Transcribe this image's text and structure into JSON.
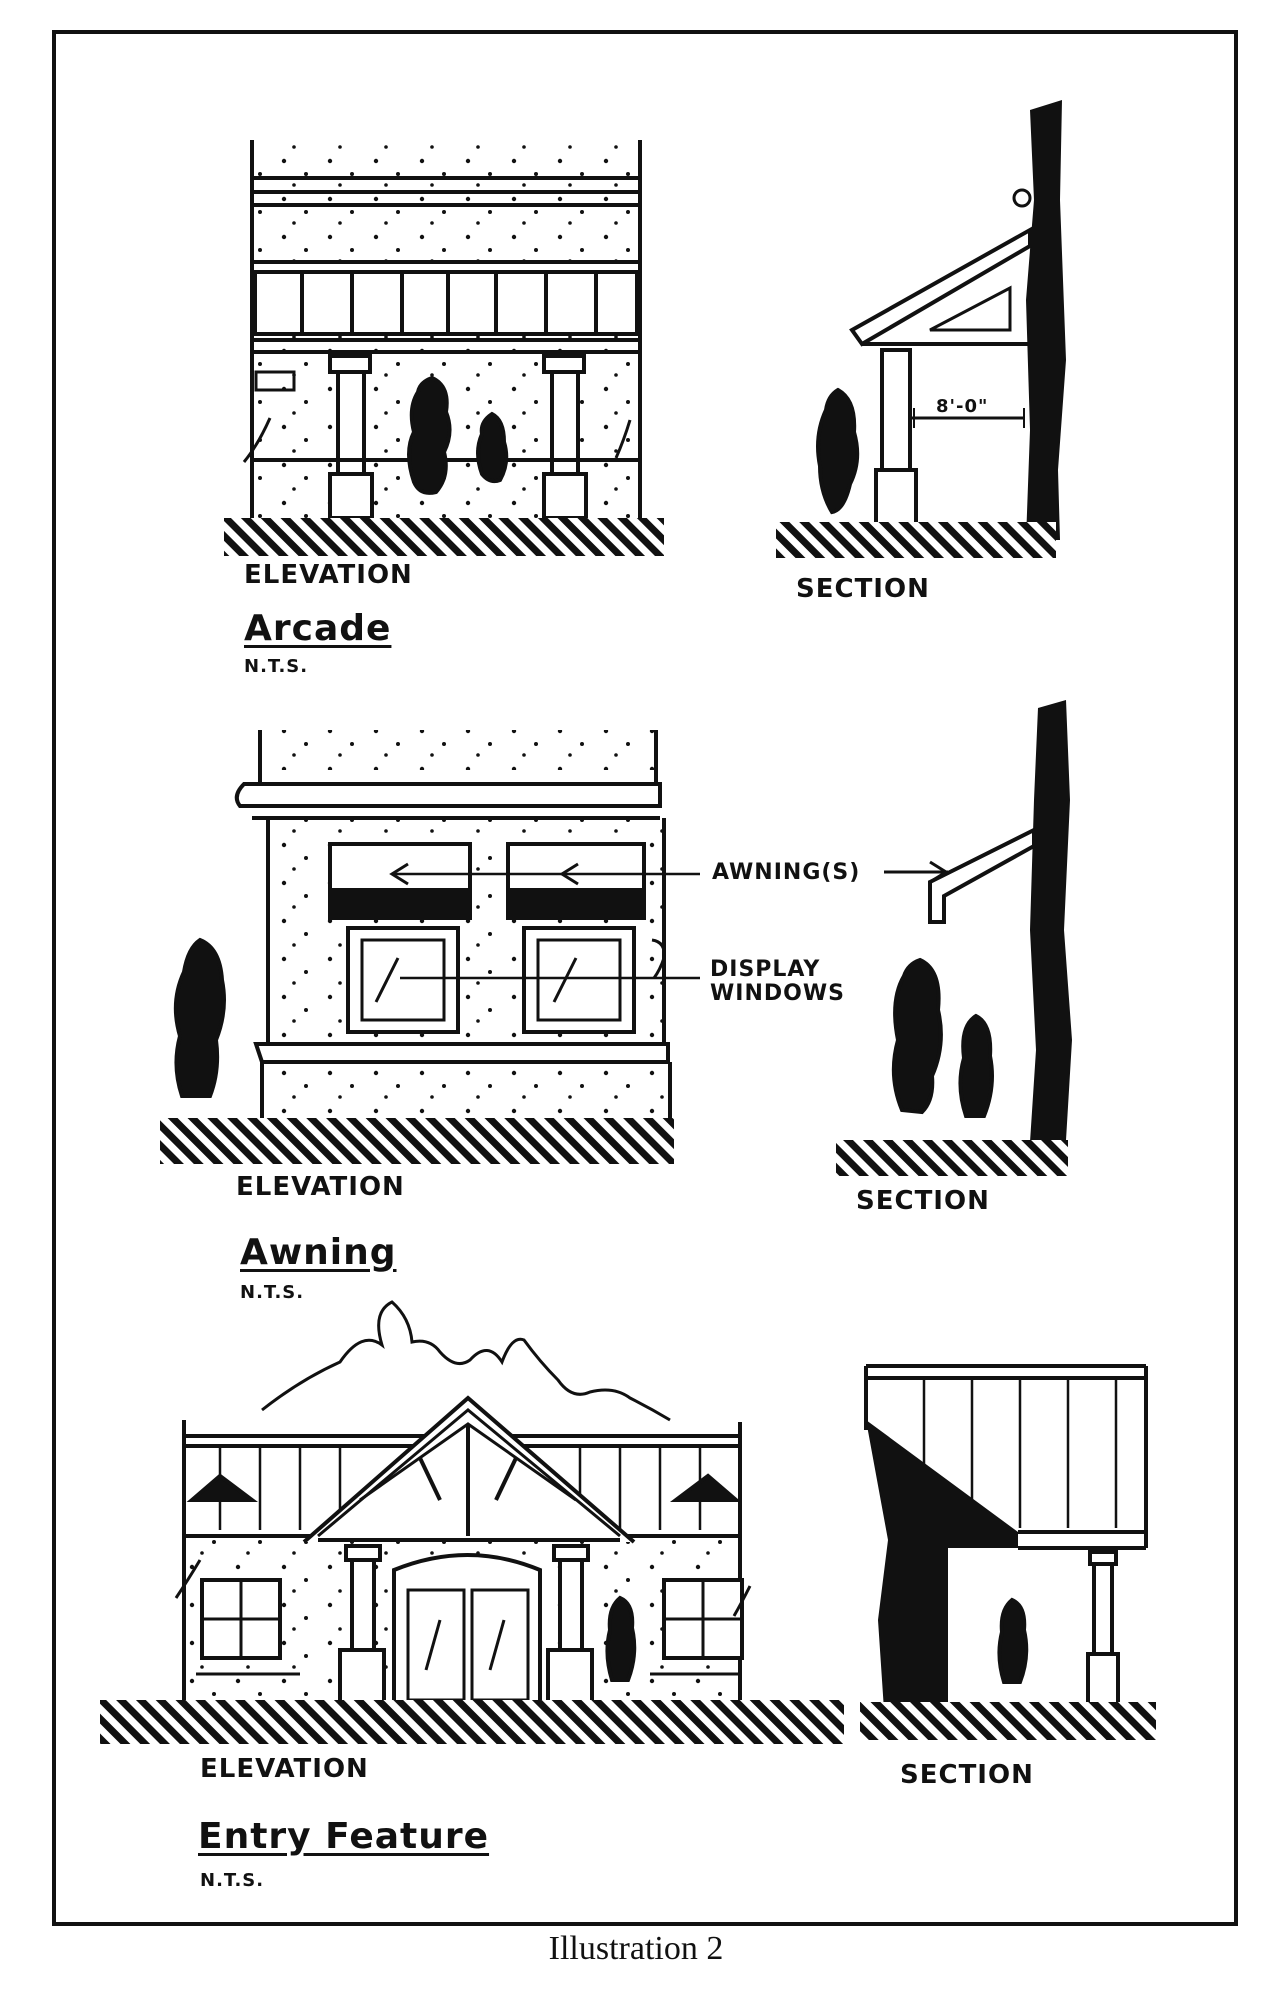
{
  "diagram": {
    "caption": "Illustration 2",
    "sections": [
      {
        "title": "Arcade",
        "scale_note": "N.T.S.",
        "elevation_label": "ELEVATION",
        "section_label": "SECTION",
        "dimension": "8'-0\""
      },
      {
        "title": "Awning",
        "scale_note": "N.T.S.",
        "elevation_label": "ELEVATION",
        "section_label": "SECTION",
        "callouts": [
          "AWNING(S)",
          "DISPLAY WINDOWS"
        ]
      },
      {
        "title": "Entry Feature",
        "scale_note": "N.T.S.",
        "elevation_label": "ELEVATION",
        "section_label": "SECTION"
      }
    ]
  },
  "colors": {
    "ink": "#111111",
    "paper": "#ffffff"
  }
}
